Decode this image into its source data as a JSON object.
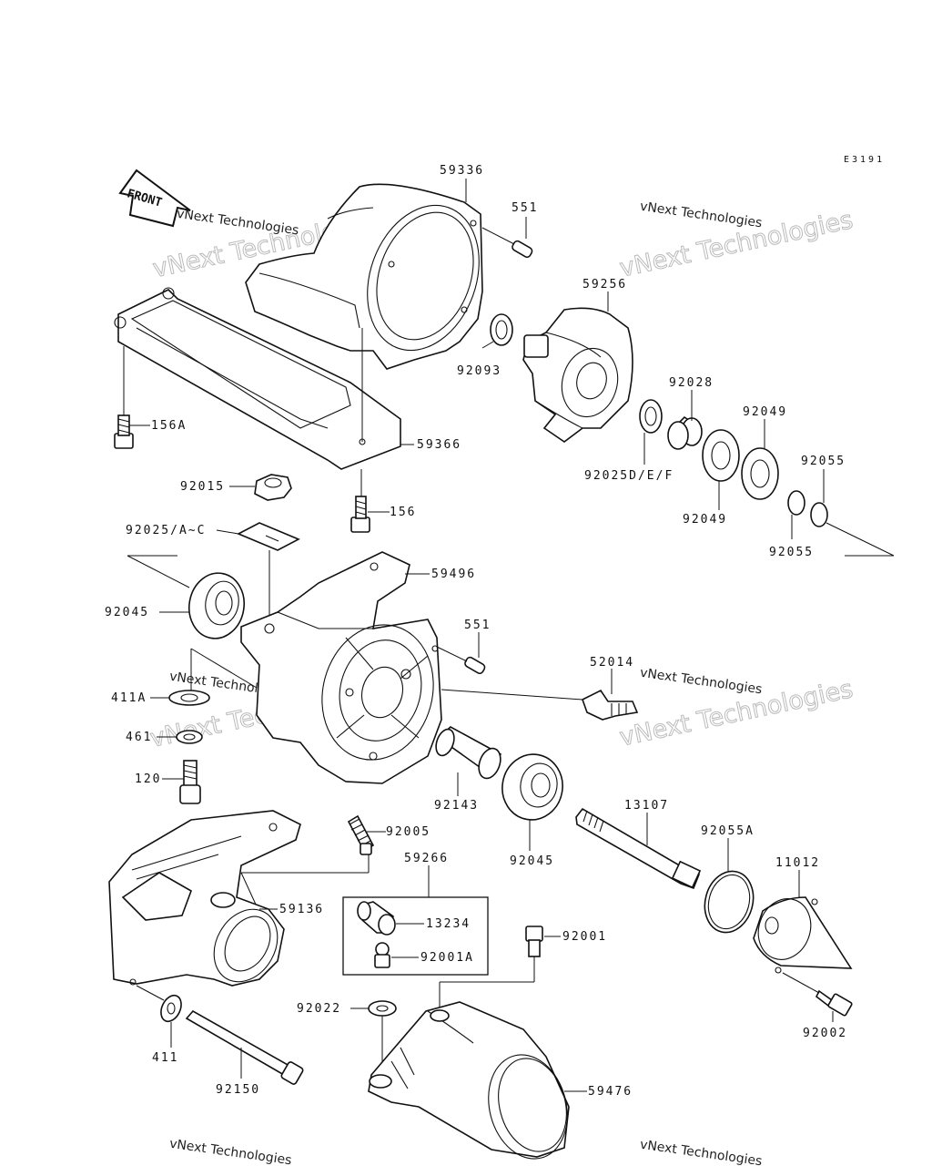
{
  "diagram_code": "E3191",
  "front_label": "FRONT",
  "watermarks": [
    {
      "line1": "vNext Technologies",
      "line2": "vNext Technologies"
    }
  ],
  "labels": {
    "p59336": "59336",
    "p551a": "551",
    "p59256": "59256",
    "p92093": "92093",
    "p92028": "92028",
    "p92049a": "92049",
    "p92055a": "92055",
    "p92025def": "92025D/E/F",
    "p92049b": "92049",
    "p92055b": "92055",
    "p156a": "156A",
    "p59366": "59366",
    "p92015": "92015",
    "p156": "156",
    "p92025ac": "92025/A~C",
    "p59496": "59496",
    "p92045a": "92045",
    "p551b": "551",
    "p52014": "52014",
    "p411a": "411A",
    "p461": "461",
    "p120": "120",
    "p92143": "92143",
    "p92045b": "92045",
    "p13107": "13107",
    "p92055A": "92055A",
    "p11012": "11012",
    "p92005": "92005",
    "p59266": "59266",
    "p59136": "59136",
    "p13234": "13234",
    "p92001A": "92001A",
    "p92001": "92001",
    "p92022": "92022",
    "p411": "411",
    "p92002": "92002",
    "p92150": "92150",
    "p59476": "59476"
  }
}
